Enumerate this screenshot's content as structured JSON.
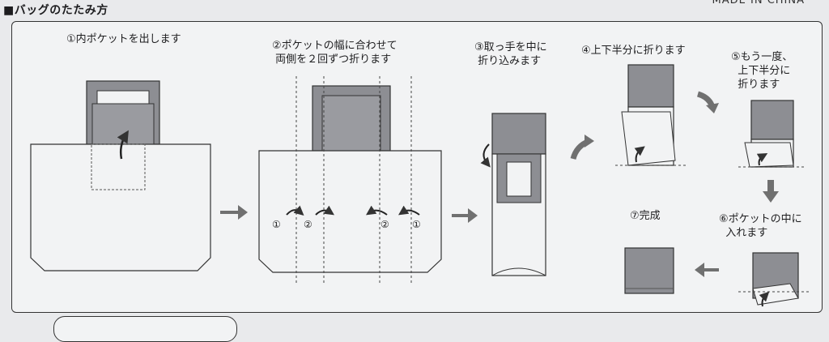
{
  "header": {
    "title": "■バッグのたたみ方",
    "made_in": "MADE IN CHINA"
  },
  "steps": [
    {
      "text": "①内ポケットを出します"
    },
    {
      "text": "②ポケットの幅に合わせて\n 両側を２回ずつ折ります"
    },
    {
      "text": "③取っ手を中に\n 折り込みます"
    },
    {
      "text": "④上下半分に折ります"
    },
    {
      "text": "⑤もう一度、\n  上下半分に\n  折ります"
    },
    {
      "text": "⑥ポケットの中に\n  入れます"
    },
    {
      "text": "⑦完成"
    }
  ],
  "fold_marks": [
    "①",
    "②",
    "②",
    "①"
  ],
  "colors": {
    "gray_fill": "#8d8e93",
    "line": "#333333",
    "arrow": "#707070"
  }
}
